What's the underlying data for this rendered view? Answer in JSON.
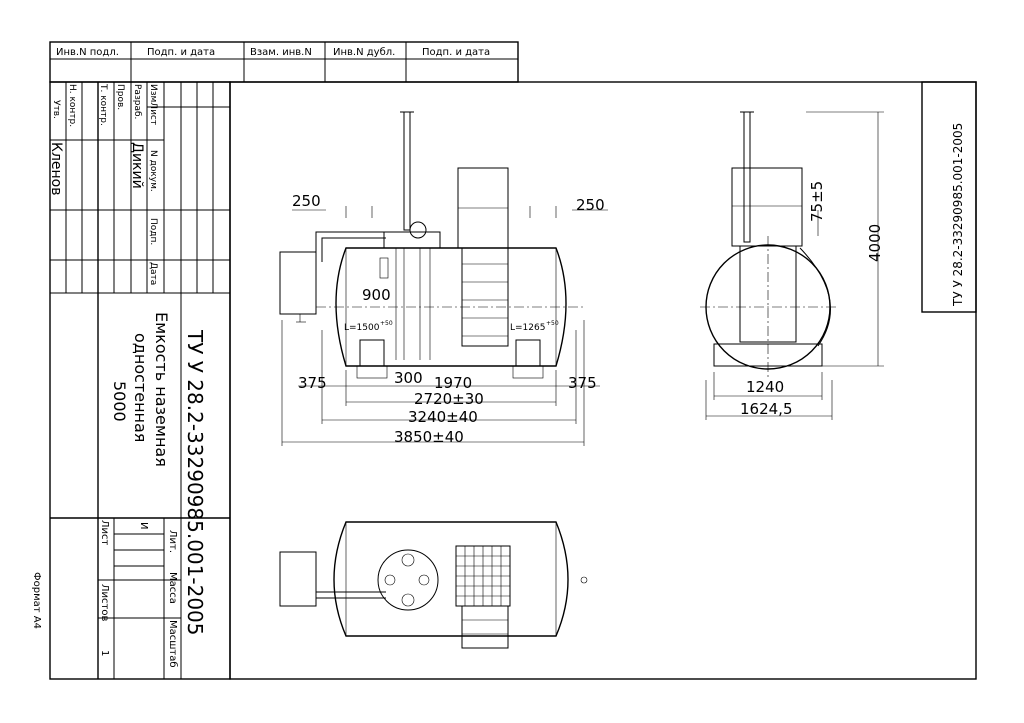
{
  "top_strip": {
    "inv_podl": "Инв.N подл.",
    "podp_data_1": "Подп.  и  дата",
    "vzam_inv": "Взам. инв.N",
    "inv_dubl": "Инв.N дубл.",
    "podp_data_2": "Подп.  и  дата"
  },
  "stamp_rows": {
    "izm_list": "ИзмЛист",
    "razrab": "Разраб.",
    "prov": "Пров.",
    "t_kontr": "Т. контр.",
    "n_kontr": "Н. контр.",
    "utv": "Утв.",
    "n_dokum": "N докум.",
    "podp": "Подп.",
    "data": "Дата",
    "razrab_name": "Дикий",
    "utv_name": "Кленов"
  },
  "title_block": {
    "designation": "ТУ У 28.2-33290985.001-2005",
    "name_line1": "Емкость  наземная",
    "name_line2": "одностенная",
    "name_line3": "5000",
    "lit": "Лит.",
    "massa": "Масса",
    "masshtab": "Масштаб",
    "list": "Лист",
    "listov": "Листов",
    "listov_value": "1",
    "i_mark": "И"
  },
  "corner_code": "ТУ У 28.2-33290985.001-2005",
  "format": "Формат  А4",
  "dimensions": {
    "d250_left": "250",
    "d250_right": "250",
    "d900": "900",
    "d300": "300",
    "d375_left": "375",
    "d1970": "1970",
    "d375_right": "375",
    "d2720": "2720±30",
    "d3240": "3240±40",
    "d3850": "3850±40",
    "d75": "75±5",
    "d4000": "4000",
    "d1240": "1240",
    "d1624": "1624,5",
    "l1500": "L=1500",
    "l1500_tol": "+50",
    "l1265": "L=1265",
    "l1265_tol": "+50"
  }
}
